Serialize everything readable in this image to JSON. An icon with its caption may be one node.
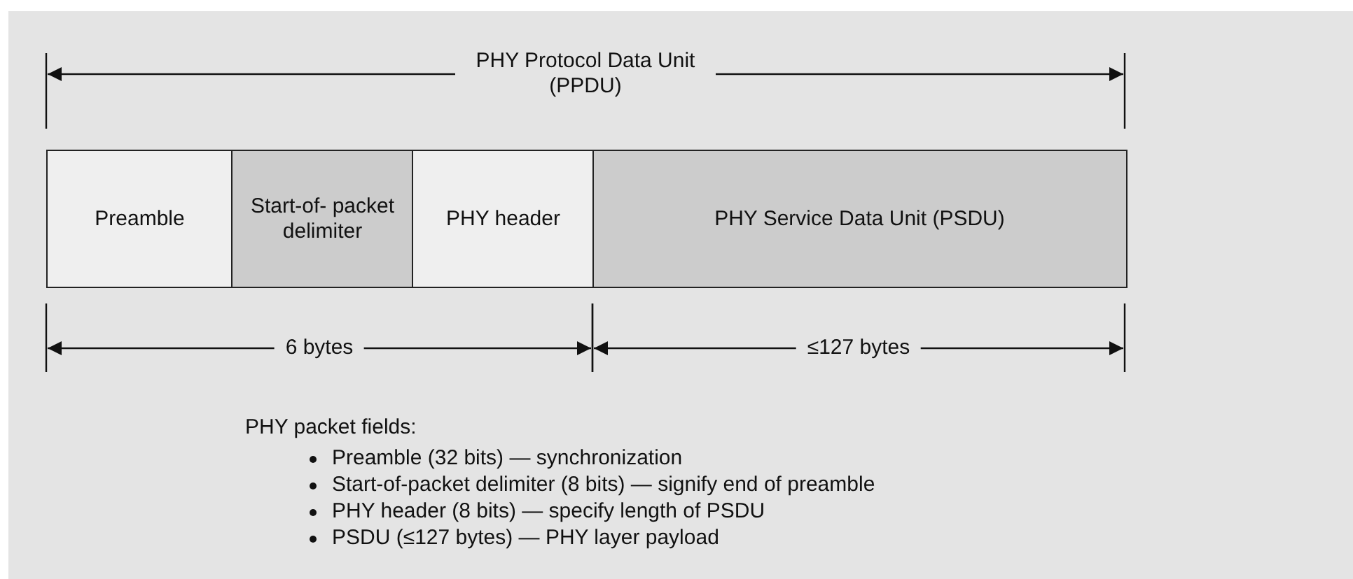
{
  "diagram": {
    "nodes": [
      {
        "text": [
          "Preamble"
        ]
      },
      {
        "text": [
          "Start-of- packet delimiter"
        ]
      },
      {
        "text": [
          "PHY header"
        ]
      },
      {
        "text": [
          "PHY Service Data Unit (PSDU)"
        ]
      }
    ],
    "edges": [],
    "labels": [
      "PHY Protocol Data Unit (PPDU)",
      "6 bytes",
      "≤127 bytes",
      "PHY packet fields:",
      "Preamble (32 bits) — synchronization",
      "Start-of-packet delimiter (8 bits) — signify end of preamble",
      "PHY header (8 bits) — specify length of PSDU",
      "PSDU (≤127 bytes) — PHY layer payload"
    ]
  }
}
